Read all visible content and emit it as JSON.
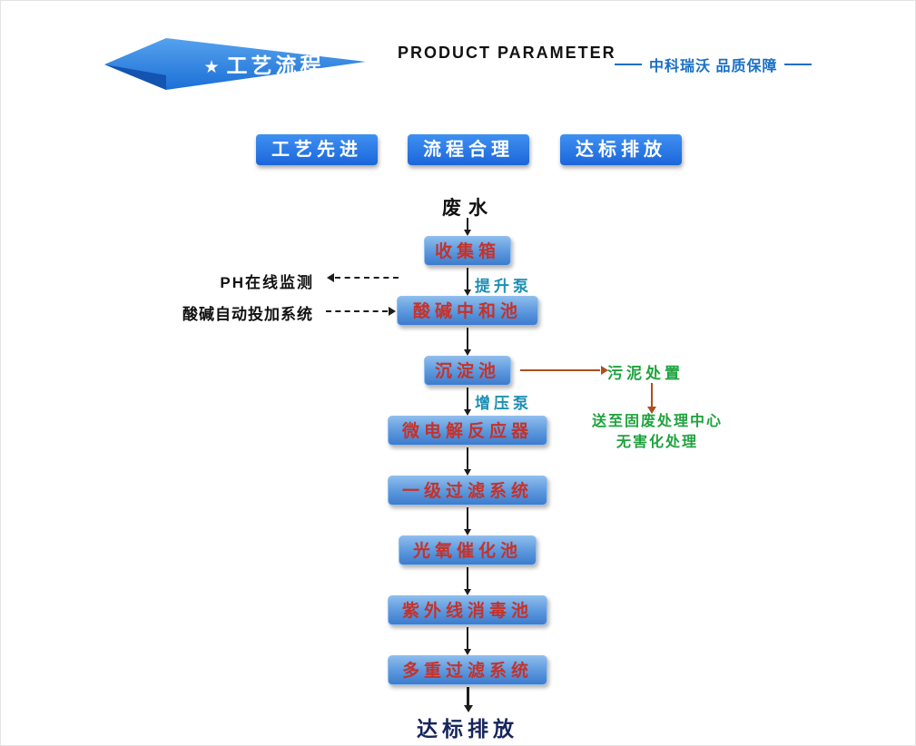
{
  "header": {
    "star": "★",
    "banner_title": "工艺流程",
    "product_parameter": "PRODUCT PARAMETER",
    "tagline": "中科瑞沃  品质保障"
  },
  "badges": {
    "items": [
      {
        "label": "工艺先进"
      },
      {
        "label": "流程合理"
      },
      {
        "label": "达标排放"
      }
    ]
  },
  "flow": {
    "source_label": "废水",
    "steps": [
      {
        "label": "收集箱"
      },
      {
        "label": "酸碱中和池"
      },
      {
        "label": "沉淀池"
      },
      {
        "label": "微电解反应器"
      },
      {
        "label": "一级过滤系统"
      },
      {
        "label": "光氧催化池"
      },
      {
        "label": "紫外线消毒池"
      },
      {
        "label": "多重过滤系统"
      }
    ],
    "pumps": {
      "lift": "提升泵",
      "booster": "增压泵"
    },
    "monitoring": {
      "ph_online": "PH在线监测",
      "dosing_system": "酸碱自动投加系统"
    },
    "sludge": {
      "disposal": "污泥处置",
      "line1": "送至固废处理中心",
      "line2": "无害化处理"
    },
    "outcome": "达标排放"
  },
  "colors": {
    "banner_blue": "#1d7de8",
    "badge_blue": "#1e74e0",
    "node_fill_top": "#8cbcec",
    "node_fill_bottom": "#3d7ccd",
    "node_text_red": "#c5322a",
    "pump_teal": "#1e8fb4",
    "branch_green": "#1fa33e",
    "brown_arrow": "#ad4f1d",
    "tagline_blue": "#1a6fc5",
    "outcome_navy": "#16265c",
    "arrow_black": "#1c1c1c"
  }
}
